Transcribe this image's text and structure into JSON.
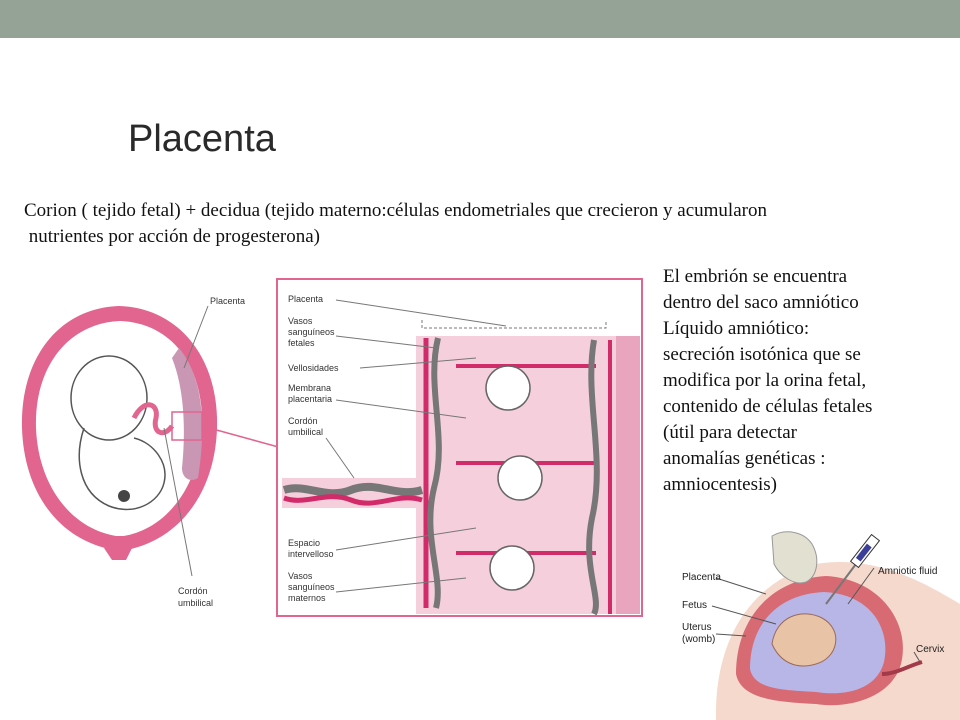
{
  "slide": {
    "title": "Placenta",
    "intro_line1": "Corion ( tejido fetal) + decidua (tejido materno:células endometriales que crecieron y acumularon",
    "intro_line2": " nutrientes por acción de progesterona)",
    "side_lines": [
      "El embrión se encuentra",
      "dentro del saco amniótico",
      "Líquido amniótico:",
      "secreción isotónica que se",
      "modifica por la orina fetal,",
      "contenido de células fetales",
      "(útil para detectar",
      "anomalías genéticas :",
      "amniocentesis)"
    ]
  },
  "uterus_figure": {
    "label_placenta": "Placenta",
    "label_cord_1": "Cordón",
    "label_cord_2": "umbilical"
  },
  "detail_figure": {
    "labels": [
      "Placenta",
      "Vasos",
      "sanguíneos",
      "fetales",
      "Vellosidades",
      "Membrana",
      "placentaria",
      "Cordón",
      "umbilical",
      "Espacio",
      "intervelloso",
      "Vasos",
      "sanguíneos",
      "maternos"
    ]
  },
  "amnio_figure": {
    "label_placenta": "Placenta",
    "label_fetus": "Fetus",
    "label_uterus_1": "Uterus",
    "label_uterus_2": "(womb)",
    "label_fluid": "Amniotic fluid",
    "label_cervix": "Cervix"
  },
  "colors": {
    "topbar": "#95a396",
    "tissue_pink": "#e1658f",
    "tissue_light": "#f6cfdc",
    "tissue_mid": "#c997b3"
  }
}
